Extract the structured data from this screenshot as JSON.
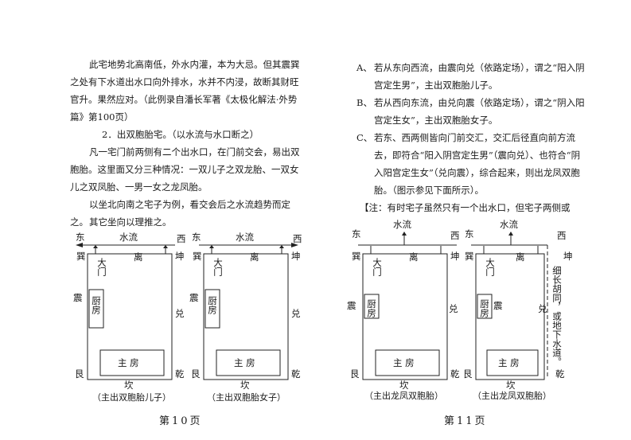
{
  "left_page": {
    "paragraphs": [
      "此宅地势北高南低，外水内灌，本为大忌。但其震巽之处有下水道出水口向外排水，水并不内浸，故断其财旺官升。果然应对。（此例录自潘长军著《太极化解法·外势篇》第100页）",
      "2．出双胞胎宅。（以水流与水口断之）",
      "凡一宅门前两侧有二个出水口，在门前交会，易出双胞胎。这里面又分三种情况：一双儿子之双龙胎、一双女儿之双凤胎、一男一女之龙凤胎。",
      "以坐北向南之宅子为例，看交会后之水流趋势而定之。",
      "其它坐向以理推之。"
    ],
    "diagrams": [
      {
        "east": "东",
        "water": "水流",
        "west": "西",
        "xun": "巽",
        "gate": "大门",
        "li": "离",
        "kun": "坤",
        "zhen": "震",
        "kitchen": "厨房",
        "dui": "兑",
        "gen": "艮",
        "kan": "坎",
        "qian": "乾",
        "main_room": "主 房",
        "caption": "（主出双胞胎儿子）"
      },
      {
        "east": "东",
        "water": "水流",
        "west": "西",
        "xun": "巽",
        "gate": "大门",
        "li": "离",
        "kun": "坤",
        "zhen": "震",
        "kitchen": "厨房",
        "dui": "兑",
        "gen": "艮",
        "kan": "坎",
        "qian": "乾",
        "main_room": "主 房",
        "caption": "（主出双胞胎女子）"
      }
    ],
    "folio": "第10页"
  },
  "right_page": {
    "items": [
      {
        "marker": "A、",
        "text": "若从东向西流，由震向兑（依路定场），谓之“阳入阴宫定生男”，主出双胞胎儿子。"
      },
      {
        "marker": "B、",
        "text": "若从西向东流，由兑向震（依路定场），谓之“阴入阳宫定生女”，主出双胞胎女子。"
      },
      {
        "marker": "C、",
        "text": "若东、西两侧皆向门前交汇，交汇后径直向前方流去，即符合“阳入阴宫定生男”（震向兑）、也符合“阴入阳宫定生女”（兑向震），综合起来，则出龙凤双胞胎。（图示参见下面所示）。"
      }
    ],
    "note": "【注：有时宅子虽然只有一个出水口，但宅子两侧或",
    "diagrams": [
      {
        "east": "东",
        "water": "水流",
        "west": "西",
        "xun": "巽",
        "gate": "大门",
        "li": "离",
        "kun": "坤",
        "zhen": "震",
        "kitchen": "厨房",
        "dui": "兑",
        "gen": "艮",
        "kan": "坎",
        "qian": "乾",
        "main_room": "主 房",
        "caption": "（主出龙凤双胞胎）"
      },
      {
        "east": "东",
        "water": "水流",
        "west": "西",
        "xun": "巽",
        "gate": "大门",
        "li": "离",
        "kun": "坤",
        "zhen": "震",
        "kitchen": "厨房",
        "dui": "兑",
        "gen": "艮",
        "kan": "坎",
        "qian": "乾",
        "main_room": "主 房",
        "caption": "（主出龙凤双胞胎）",
        "side_note": "细长胡同，或地下水道。"
      }
    ],
    "folio": "第11页"
  }
}
